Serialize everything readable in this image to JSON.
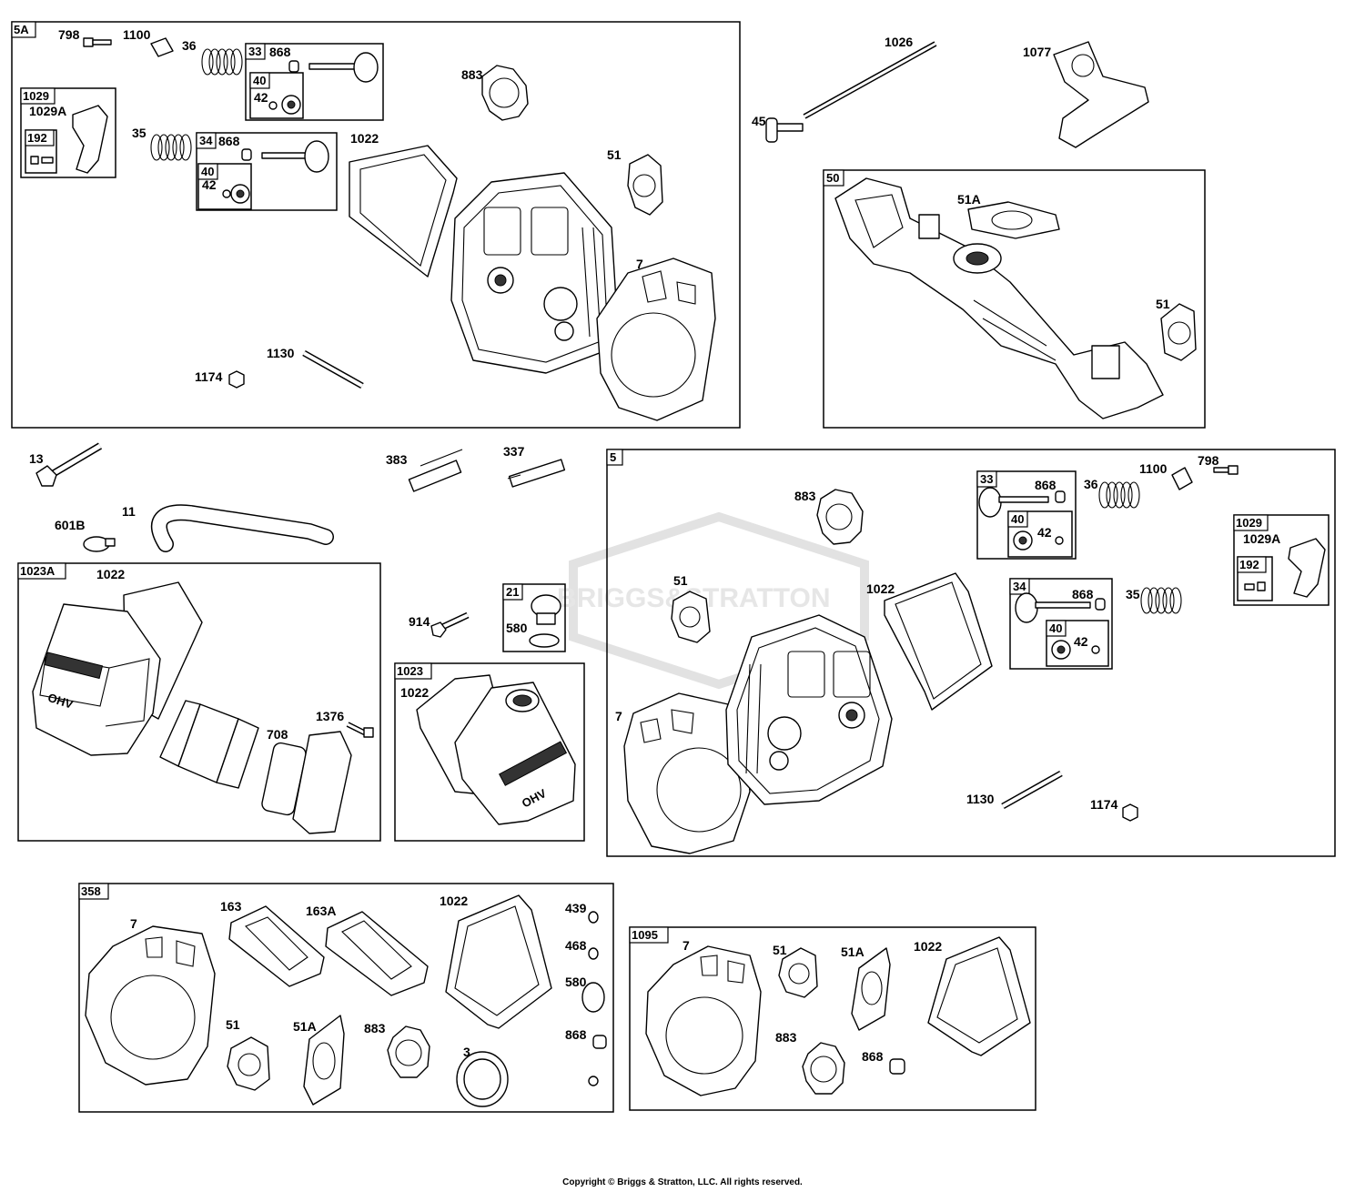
{
  "watermark": "BRIGGS&STRATTON",
  "copyright": "Copyright © Briggs & Stratton, LLC. All rights reserved.",
  "boxes": {
    "b5A": "5A",
    "b1029a": "1029",
    "b192a": "192",
    "b33a": "33",
    "b40a": "40",
    "b34a": "34",
    "b40b": "40",
    "b50": "50",
    "b5": "5",
    "b33b": "33",
    "b40c": "40",
    "b34b": "34",
    "b40d": "40",
    "b1029b": "1029",
    "b192b": "192",
    "b1023A": "1023A",
    "b21": "21",
    "b1023": "1023",
    "b358": "358",
    "b1095": "1095"
  },
  "labels": {
    "l798a": "798",
    "l1100a": "1100",
    "l36a": "36",
    "l868a": "868",
    "l42a": "42",
    "l883a": "883",
    "l1029Aa": "1029A",
    "l35a": "35",
    "l868b": "868",
    "l42b": "42",
    "l1022a": "1022",
    "l51a": "51",
    "l7a": "7",
    "l1130a": "1130",
    "l1174a": "1174",
    "l1026": "1026",
    "l1077": "1077",
    "l45": "45",
    "l51Aa": "51A",
    "l51b": "51",
    "l13": "13",
    "l383": "383",
    "l337": "337",
    "l11": "11",
    "l601B": "601B",
    "l1022b": "1022",
    "l1376": "1376",
    "l708": "708",
    "l914": "914",
    "l580a": "580",
    "l1022c": "1022",
    "l883b": "883",
    "l868c": "868",
    "l42c": "42",
    "l36b": "36",
    "l1100b": "1100",
    "l798b": "798",
    "l1029Ab": "1029A",
    "l51c": "51",
    "l1022d": "1022",
    "l868d": "868",
    "l42d": "42",
    "l35b": "35",
    "l7b": "7",
    "l1130b": "1130",
    "l1174b": "1174",
    "l7c": "7",
    "l163": "163",
    "l163A": "163A",
    "l1022e": "1022",
    "l439": "439",
    "l468": "468",
    "l580b": "580",
    "l868e": "868",
    "l51d": "51",
    "l51Ab": "51A",
    "l883c": "883",
    "l3": "3",
    "l7d": "7",
    "l51e": "51",
    "l51Ac": "51A",
    "l1022f": "1022",
    "l883d": "883",
    "l868f": "868"
  }
}
